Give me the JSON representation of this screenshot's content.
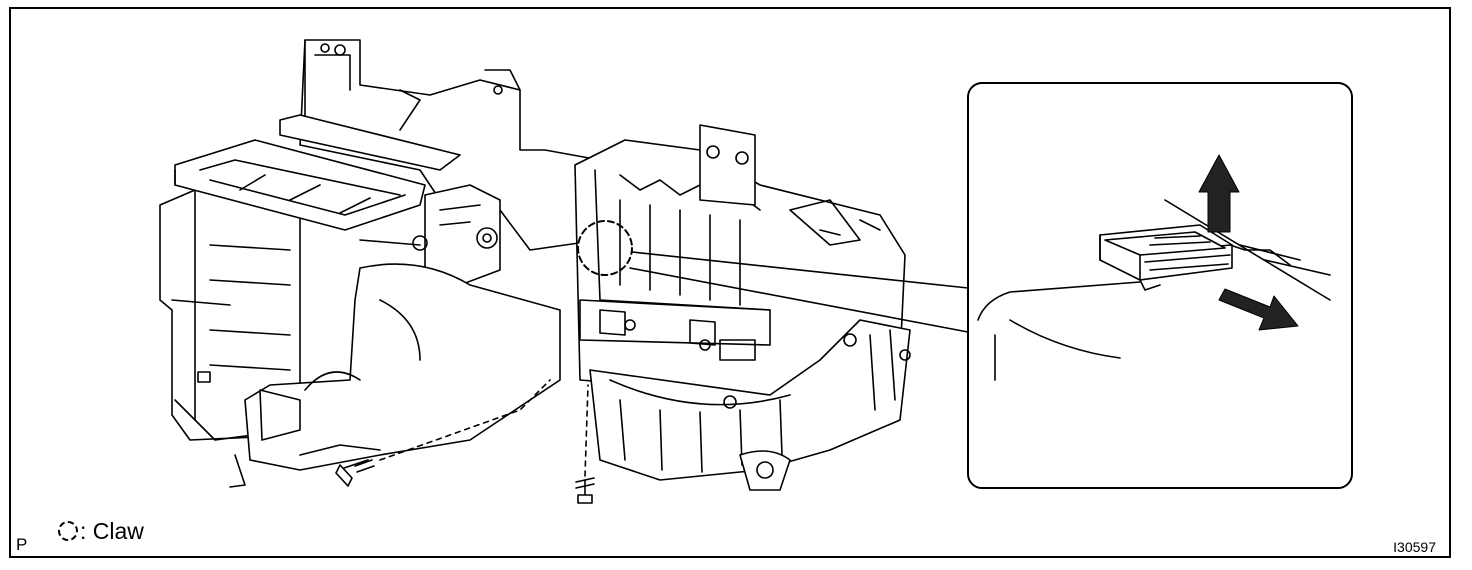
{
  "legend": {
    "symbol_icon": "dashed-circle-icon",
    "label": ": Claw"
  },
  "page_mark": "P",
  "figure_code": "I30597",
  "arrows": {
    "up": "arrow-up-icon",
    "down_right": "arrow-down-right-icon"
  }
}
